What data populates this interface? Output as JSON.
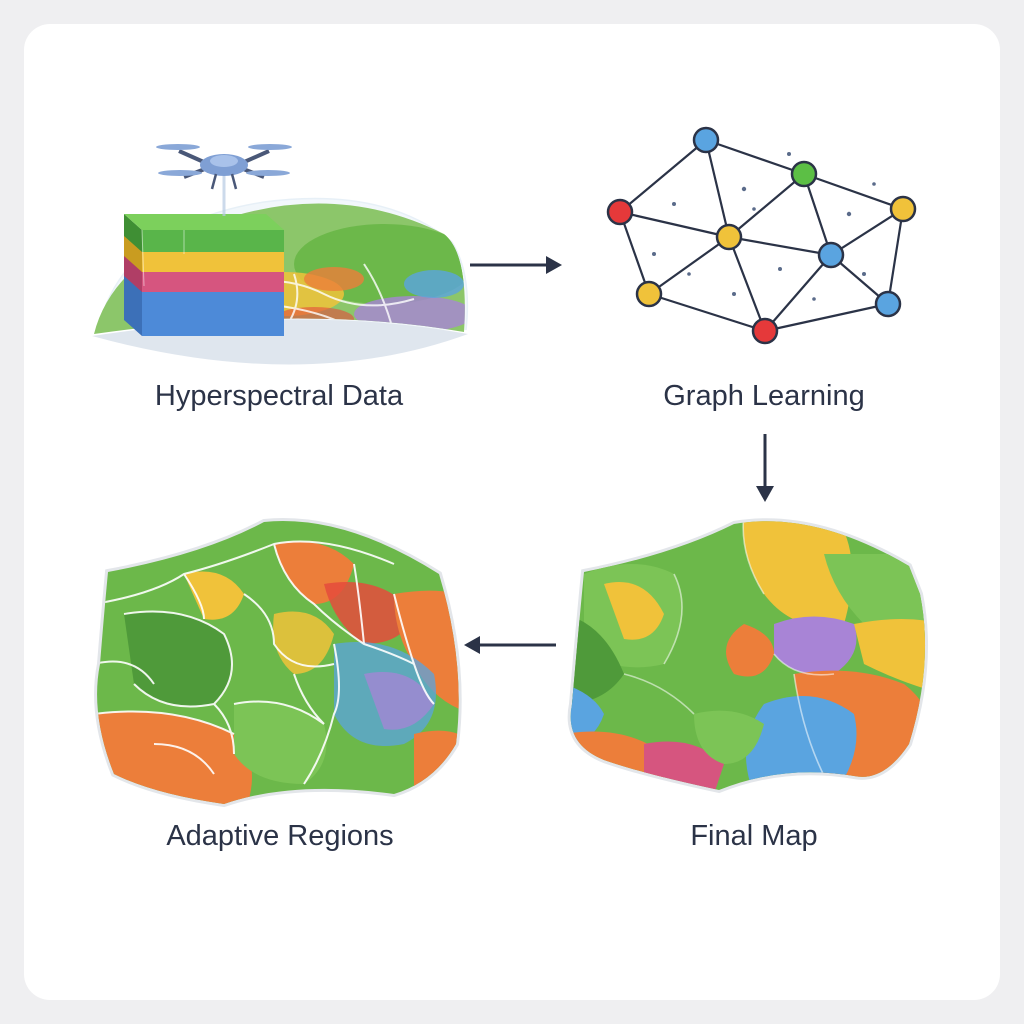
{
  "stages": [
    {
      "label": "Hyperspectral Data",
      "icon": "drone-icon"
    },
    {
      "label": "Graph Learning",
      "icon": "graph-network-icon"
    },
    {
      "label": "Final Map",
      "icon": "classification-map-icon"
    },
    {
      "label": "Adaptive Regions",
      "icon": "segmented-map-icon"
    }
  ],
  "colors": {
    "green": "#6cb84a",
    "dark_green": "#4f9a3a",
    "yellow": "#f0c23a",
    "orange": "#ec7e3a",
    "red": "#e54b3c",
    "blue": "#5aa4e0",
    "purple": "#a884d6",
    "pink": "#d6557f",
    "arrow": "#2b3347"
  }
}
